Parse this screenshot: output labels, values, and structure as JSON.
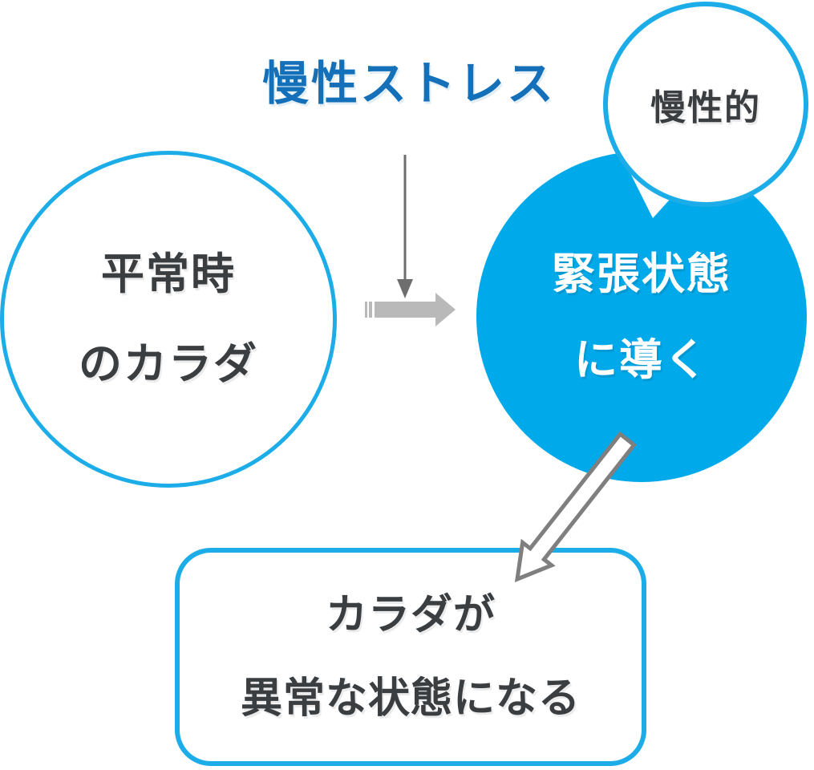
{
  "title": {
    "text": "慢性ストレス"
  },
  "speech_bubble": {
    "text": "慢性的"
  },
  "normal_body_circle": {
    "line1": "平常時",
    "line2": "のカラダ"
  },
  "tension_circle": {
    "line1": "緊張状態",
    "line2": "に導く"
  },
  "result_box": {
    "line1": "カラダが",
    "line2": "異常な状態になる"
  },
  "icons": {
    "down_arrow": "down-arrow-icon",
    "right_arrow": "right-arrow-icon",
    "diagonal_arrow": "diagonal-arrow-icon",
    "bubble_tail": "speech-bubble-tail"
  },
  "colors": {
    "accent_blue_fill": "#00aaea",
    "outline_cyan": "#1cade9",
    "title_blue": "#1470b8",
    "dark_text": "#3b3e41",
    "white_text": "#ffffff",
    "thin_arrow_gray": "#6e6e6e",
    "thick_arrow_light_gray": "#b9b9b9",
    "diagonal_arrow_outline": "#7f7f7f",
    "background": "#ffffff"
  }
}
